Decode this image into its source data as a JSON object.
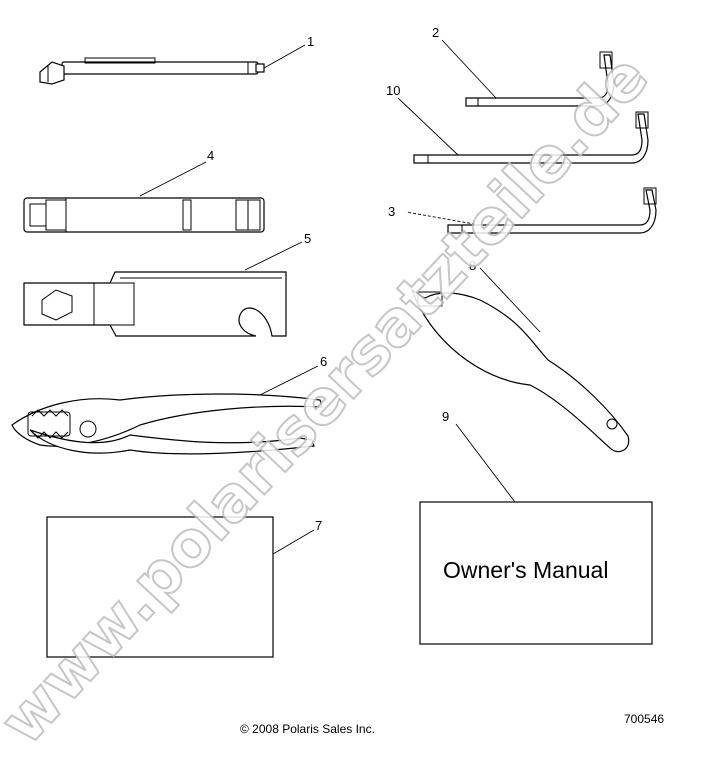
{
  "callouts": {
    "c1": "1",
    "c2": "2",
    "c3": "3",
    "c4": "4",
    "c5": "5",
    "c6": "6",
    "c7": "7",
    "c8": "8",
    "c9": "9",
    "c10": "10"
  },
  "manual_label": "Owner's Manual",
  "copyright": "© 2008 Polaris Sales Inc.",
  "diagram_number": "700546",
  "watermark": "www.polarisersatzteile.de"
}
